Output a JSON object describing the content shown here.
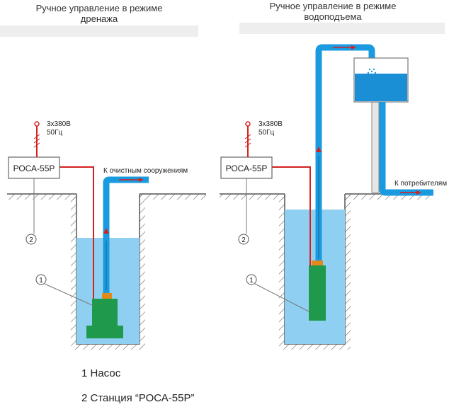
{
  "titles": {
    "left_line1": "Ручное управление в режиме",
    "left_line2": "дренажа",
    "right_line1": "Ручное управление в режиме",
    "right_line2": "водоподъема"
  },
  "left_scheme": {
    "supply_line1": "3х380В",
    "supply_line2": "50Гц",
    "station_label": "РОСА-55Р",
    "outlet_label": "К очистным сооружениям",
    "callout_pump": "1",
    "callout_station": "2"
  },
  "right_scheme": {
    "supply_line1": "3х380В",
    "supply_line2": "50Гц",
    "station_label": "РОСА-55Р",
    "outlet_label": "К потребителям",
    "callout_pump": "1",
    "callout_station": "2"
  },
  "legend": {
    "item1": "1 Насос",
    "item2": "2 Станция “РОСА-55Р”"
  },
  "colors": {
    "water": "#8fd0f2",
    "pipe": "#1a9be0",
    "tank_water": "#1a8fd6",
    "pump": "#1f9a4c",
    "cable": "#d42020",
    "ground": "#555555"
  }
}
